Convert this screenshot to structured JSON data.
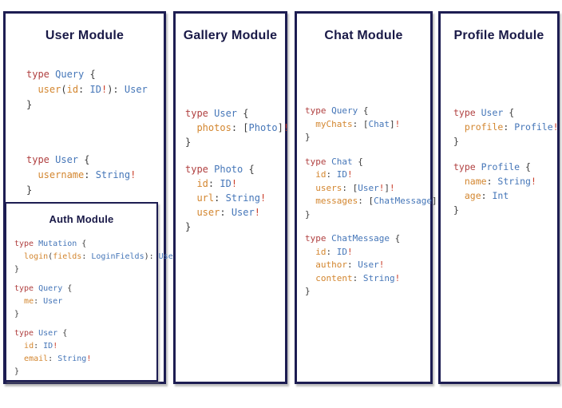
{
  "colors": {
    "border_navy": "#1d1d52",
    "title_navy": "#191947",
    "keyword_red": "#b04040",
    "type_blue": "#4576b8",
    "field_orange": "#d3862f",
    "punctuation": "#3b3b3b",
    "bang_red": "#ca3f2b"
  },
  "panels": [
    {
      "title": "User Module",
      "blocks": [
        [
          [
            [
              "kw",
              "type "
            ],
            [
              "type",
              "Query "
            ],
            [
              "punct",
              "{"
            ]
          ],
          [
            [
              "punct",
              "  "
            ],
            [
              "field",
              "user"
            ],
            [
              "punct",
              "("
            ],
            [
              "field",
              "id"
            ],
            [
              "punct",
              ": "
            ],
            [
              "type",
              "ID"
            ],
            [
              "bang",
              "!"
            ],
            [
              "punct",
              "): "
            ],
            [
              "type",
              "User"
            ]
          ],
          [
            [
              "punct",
              "}"
            ]
          ]
        ],
        [
          [
            [
              "kw",
              "type "
            ],
            [
              "type",
              "User "
            ],
            [
              "punct",
              "{"
            ]
          ],
          [
            [
              "punct",
              "  "
            ],
            [
              "field",
              "username"
            ],
            [
              "punct",
              ": "
            ],
            [
              "type",
              "String"
            ],
            [
              "bang",
              "!"
            ]
          ],
          [
            [
              "punct",
              "}"
            ]
          ]
        ]
      ]
    },
    {
      "title": "Gallery Module",
      "blocks": [
        [
          [
            [
              "kw",
              "type "
            ],
            [
              "type",
              "User "
            ],
            [
              "punct",
              "{"
            ]
          ],
          [
            [
              "punct",
              "  "
            ],
            [
              "field",
              "photos"
            ],
            [
              "punct",
              ": ["
            ],
            [
              "type",
              "Photo"
            ],
            [
              "punct",
              "]"
            ],
            [
              "bang",
              "!"
            ]
          ],
          [
            [
              "punct",
              "}"
            ]
          ]
        ],
        [
          [
            [
              "kw",
              "type "
            ],
            [
              "type",
              "Photo "
            ],
            [
              "punct",
              "{"
            ]
          ],
          [
            [
              "punct",
              "  "
            ],
            [
              "field",
              "id"
            ],
            [
              "punct",
              ": "
            ],
            [
              "type",
              "ID"
            ],
            [
              "bang",
              "!"
            ]
          ],
          [
            [
              "punct",
              "  "
            ],
            [
              "field",
              "url"
            ],
            [
              "punct",
              ": "
            ],
            [
              "type",
              "String"
            ],
            [
              "bang",
              "!"
            ]
          ],
          [
            [
              "punct",
              "  "
            ],
            [
              "field",
              "user"
            ],
            [
              "punct",
              ": "
            ],
            [
              "type",
              "User"
            ],
            [
              "bang",
              "!"
            ]
          ],
          [
            [
              "punct",
              "}"
            ]
          ]
        ]
      ]
    },
    {
      "title": "Chat Module",
      "blocks": [
        [
          [
            [
              "kw",
              "type "
            ],
            [
              "type",
              "Query "
            ],
            [
              "punct",
              "{"
            ]
          ],
          [
            [
              "punct",
              "  "
            ],
            [
              "field",
              "myChats"
            ],
            [
              "punct",
              ": ["
            ],
            [
              "type",
              "Chat"
            ],
            [
              "punct",
              "]"
            ],
            [
              "bang",
              "!"
            ]
          ],
          [
            [
              "punct",
              "}"
            ]
          ]
        ],
        [
          [
            [
              "kw",
              "type "
            ],
            [
              "type",
              "Chat "
            ],
            [
              "punct",
              "{"
            ]
          ],
          [
            [
              "punct",
              "  "
            ],
            [
              "field",
              "id"
            ],
            [
              "punct",
              ": "
            ],
            [
              "type",
              "ID"
            ],
            [
              "bang",
              "!"
            ]
          ],
          [
            [
              "punct",
              "  "
            ],
            [
              "field",
              "users"
            ],
            [
              "punct",
              ": ["
            ],
            [
              "type",
              "User"
            ],
            [
              "bang",
              "!"
            ],
            [
              "punct",
              "]"
            ],
            [
              "bang",
              "!"
            ]
          ],
          [
            [
              "punct",
              "  "
            ],
            [
              "field",
              "messages"
            ],
            [
              "punct",
              ": ["
            ],
            [
              "type",
              "ChatMessage"
            ],
            [
              "punct",
              "]"
            ],
            [
              "bang",
              "!"
            ]
          ],
          [
            [
              "punct",
              "}"
            ]
          ]
        ],
        [
          [
            [
              "kw",
              "type "
            ],
            [
              "type",
              "ChatMessage "
            ],
            [
              "punct",
              "{"
            ]
          ],
          [
            [
              "punct",
              "  "
            ],
            [
              "field",
              "id"
            ],
            [
              "punct",
              ": "
            ],
            [
              "type",
              "ID"
            ],
            [
              "bang",
              "!"
            ]
          ],
          [
            [
              "punct",
              "  "
            ],
            [
              "field",
              "author"
            ],
            [
              "punct",
              ": "
            ],
            [
              "type",
              "User"
            ],
            [
              "bang",
              "!"
            ]
          ],
          [
            [
              "punct",
              "  "
            ],
            [
              "field",
              "content"
            ],
            [
              "punct",
              ": "
            ],
            [
              "type",
              "String"
            ],
            [
              "bang",
              "!"
            ]
          ],
          [
            [
              "punct",
              "}"
            ]
          ]
        ]
      ]
    },
    {
      "title": "Profile Module",
      "blocks": [
        [
          [
            [
              "kw",
              "type "
            ],
            [
              "type",
              "User "
            ],
            [
              "punct",
              "{"
            ]
          ],
          [
            [
              "punct",
              "  "
            ],
            [
              "field",
              "profile"
            ],
            [
              "punct",
              ": "
            ],
            [
              "type",
              "Profile"
            ],
            [
              "bang",
              "!"
            ]
          ],
          [
            [
              "punct",
              "}"
            ]
          ]
        ],
        [
          [
            [
              "kw",
              "type "
            ],
            [
              "type",
              "Profile "
            ],
            [
              "punct",
              "{"
            ]
          ],
          [
            [
              "punct",
              "  "
            ],
            [
              "field",
              "name"
            ],
            [
              "punct",
              ": "
            ],
            [
              "type",
              "String"
            ],
            [
              "bang",
              "!"
            ]
          ],
          [
            [
              "punct",
              "  "
            ],
            [
              "field",
              "age"
            ],
            [
              "punct",
              ": "
            ],
            [
              "type",
              "Int"
            ]
          ],
          [
            [
              "punct",
              "}"
            ]
          ]
        ]
      ]
    }
  ],
  "auth": {
    "title": "Auth Module",
    "blocks": [
      [
        [
          [
            "kw",
            "type "
          ],
          [
            "type",
            "Mutation "
          ],
          [
            "punct",
            "{"
          ]
        ],
        [
          [
            "punct",
            "  "
          ],
          [
            "field",
            "login"
          ],
          [
            "punct",
            "("
          ],
          [
            "field",
            "fields"
          ],
          [
            "punct",
            ": "
          ],
          [
            "type",
            "LoginFields"
          ],
          [
            "punct",
            "): "
          ],
          [
            "type",
            "User"
          ]
        ],
        [
          [
            "punct",
            "}"
          ]
        ]
      ],
      [
        [
          [
            "kw",
            "type "
          ],
          [
            "type",
            "Query "
          ],
          [
            "punct",
            "{"
          ]
        ],
        [
          [
            "punct",
            "  "
          ],
          [
            "field",
            "me"
          ],
          [
            "punct",
            ": "
          ],
          [
            "type",
            "User"
          ]
        ],
        [
          [
            "punct",
            "}"
          ]
        ]
      ],
      [
        [
          [
            "kw",
            "type "
          ],
          [
            "type",
            "User "
          ],
          [
            "punct",
            "{"
          ]
        ],
        [
          [
            "punct",
            "  "
          ],
          [
            "field",
            "id"
          ],
          [
            "punct",
            ": "
          ],
          [
            "type",
            "ID"
          ],
          [
            "bang",
            "!"
          ]
        ],
        [
          [
            "punct",
            "  "
          ],
          [
            "field",
            "email"
          ],
          [
            "punct",
            ": "
          ],
          [
            "type",
            "String"
          ],
          [
            "bang",
            "!"
          ]
        ],
        [
          [
            "punct",
            "}"
          ]
        ]
      ]
    ]
  }
}
